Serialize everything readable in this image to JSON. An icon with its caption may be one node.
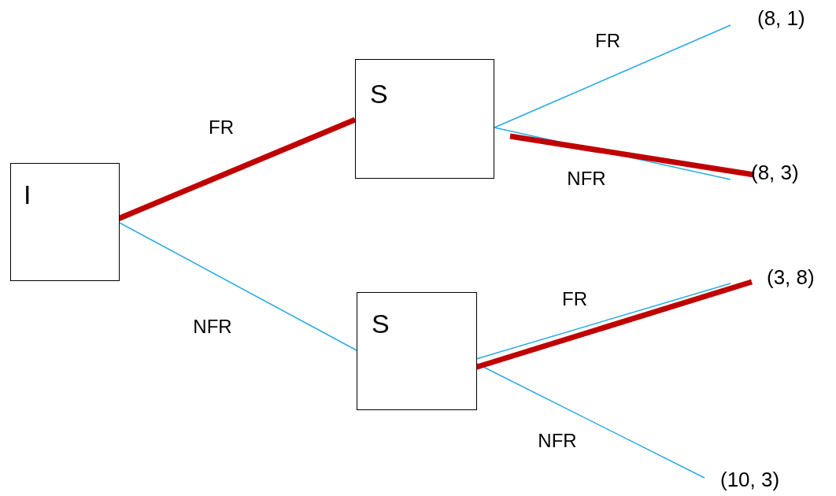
{
  "diagram": {
    "nodes": [
      {
        "text": [
          "I"
        ]
      },
      {
        "text": [
          "S"
        ]
      },
      {
        "text": [
          "S"
        ]
      },
      {
        "text": [
          "(8, 1)"
        ]
      },
      {
        "text": [
          "(8, 3)"
        ]
      },
      {
        "text": [
          "(3, 8)"
        ]
      },
      {
        "text": [
          "(10, 3)"
        ]
      }
    ],
    "edges": [
      {
        "from": 0,
        "to": 1,
        "arrow": "none",
        "label": "FR"
      },
      {
        "from": 0,
        "to": 2,
        "arrow": "none",
        "label": "NFR"
      },
      {
        "from": 1,
        "to": 3,
        "arrow": "none",
        "label": "FR"
      },
      {
        "from": 1,
        "to": 4,
        "arrow": "none",
        "label": "NFR"
      },
      {
        "from": 2,
        "to": 5,
        "arrow": "none",
        "label": "FR"
      },
      {
        "from": 2,
        "to": 6,
        "arrow": "none",
        "label": "NFR"
      },
      {
        "from": 0,
        "to": 1,
        "arrow": "none",
        "style": "thick",
        "color": "#c00000"
      },
      {
        "from": 1,
        "to": 4,
        "arrow": "none",
        "style": "thick",
        "color": "#c00000"
      },
      {
        "from": 2,
        "to": 5,
        "arrow": "none",
        "style": "thick",
        "color": "#c00000"
      }
    ]
  }
}
